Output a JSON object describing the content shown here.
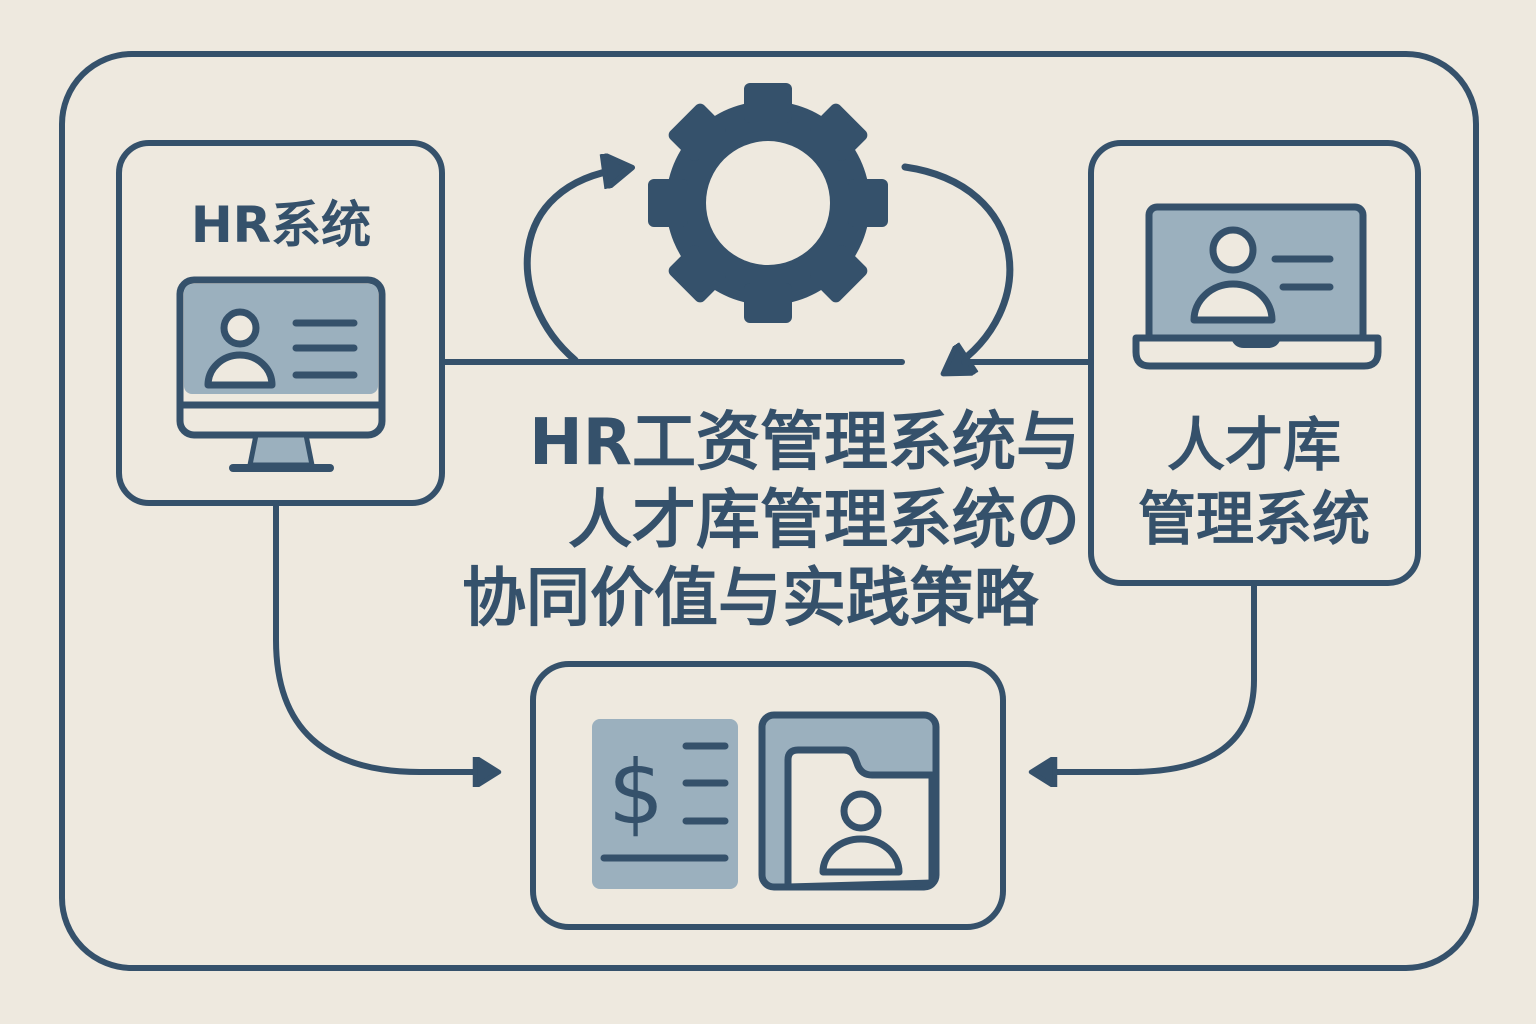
{
  "colors": {
    "background": "#eee9df",
    "stroke": "#35516b",
    "fill_light": "#9bb0be"
  },
  "hr_system": {
    "label": "HR系统",
    "icon": "desktop-monitor-user-profile-icon"
  },
  "talent_system": {
    "label_line1": "人才库",
    "label_line2": "管理系统",
    "icon": "laptop-user-profile-icon"
  },
  "center": {
    "icon": "gear-icon",
    "cycle_arrows": "circular-arrows-icon"
  },
  "title": {
    "line1": "HR工资管理系统与",
    "line2": "人才库管理系统の",
    "line3": "协同价值与实践策略"
  },
  "integration_box": {
    "left_icon": "payroll-document-dollar-icon",
    "right_icon": "folder-user-profile-icon"
  }
}
